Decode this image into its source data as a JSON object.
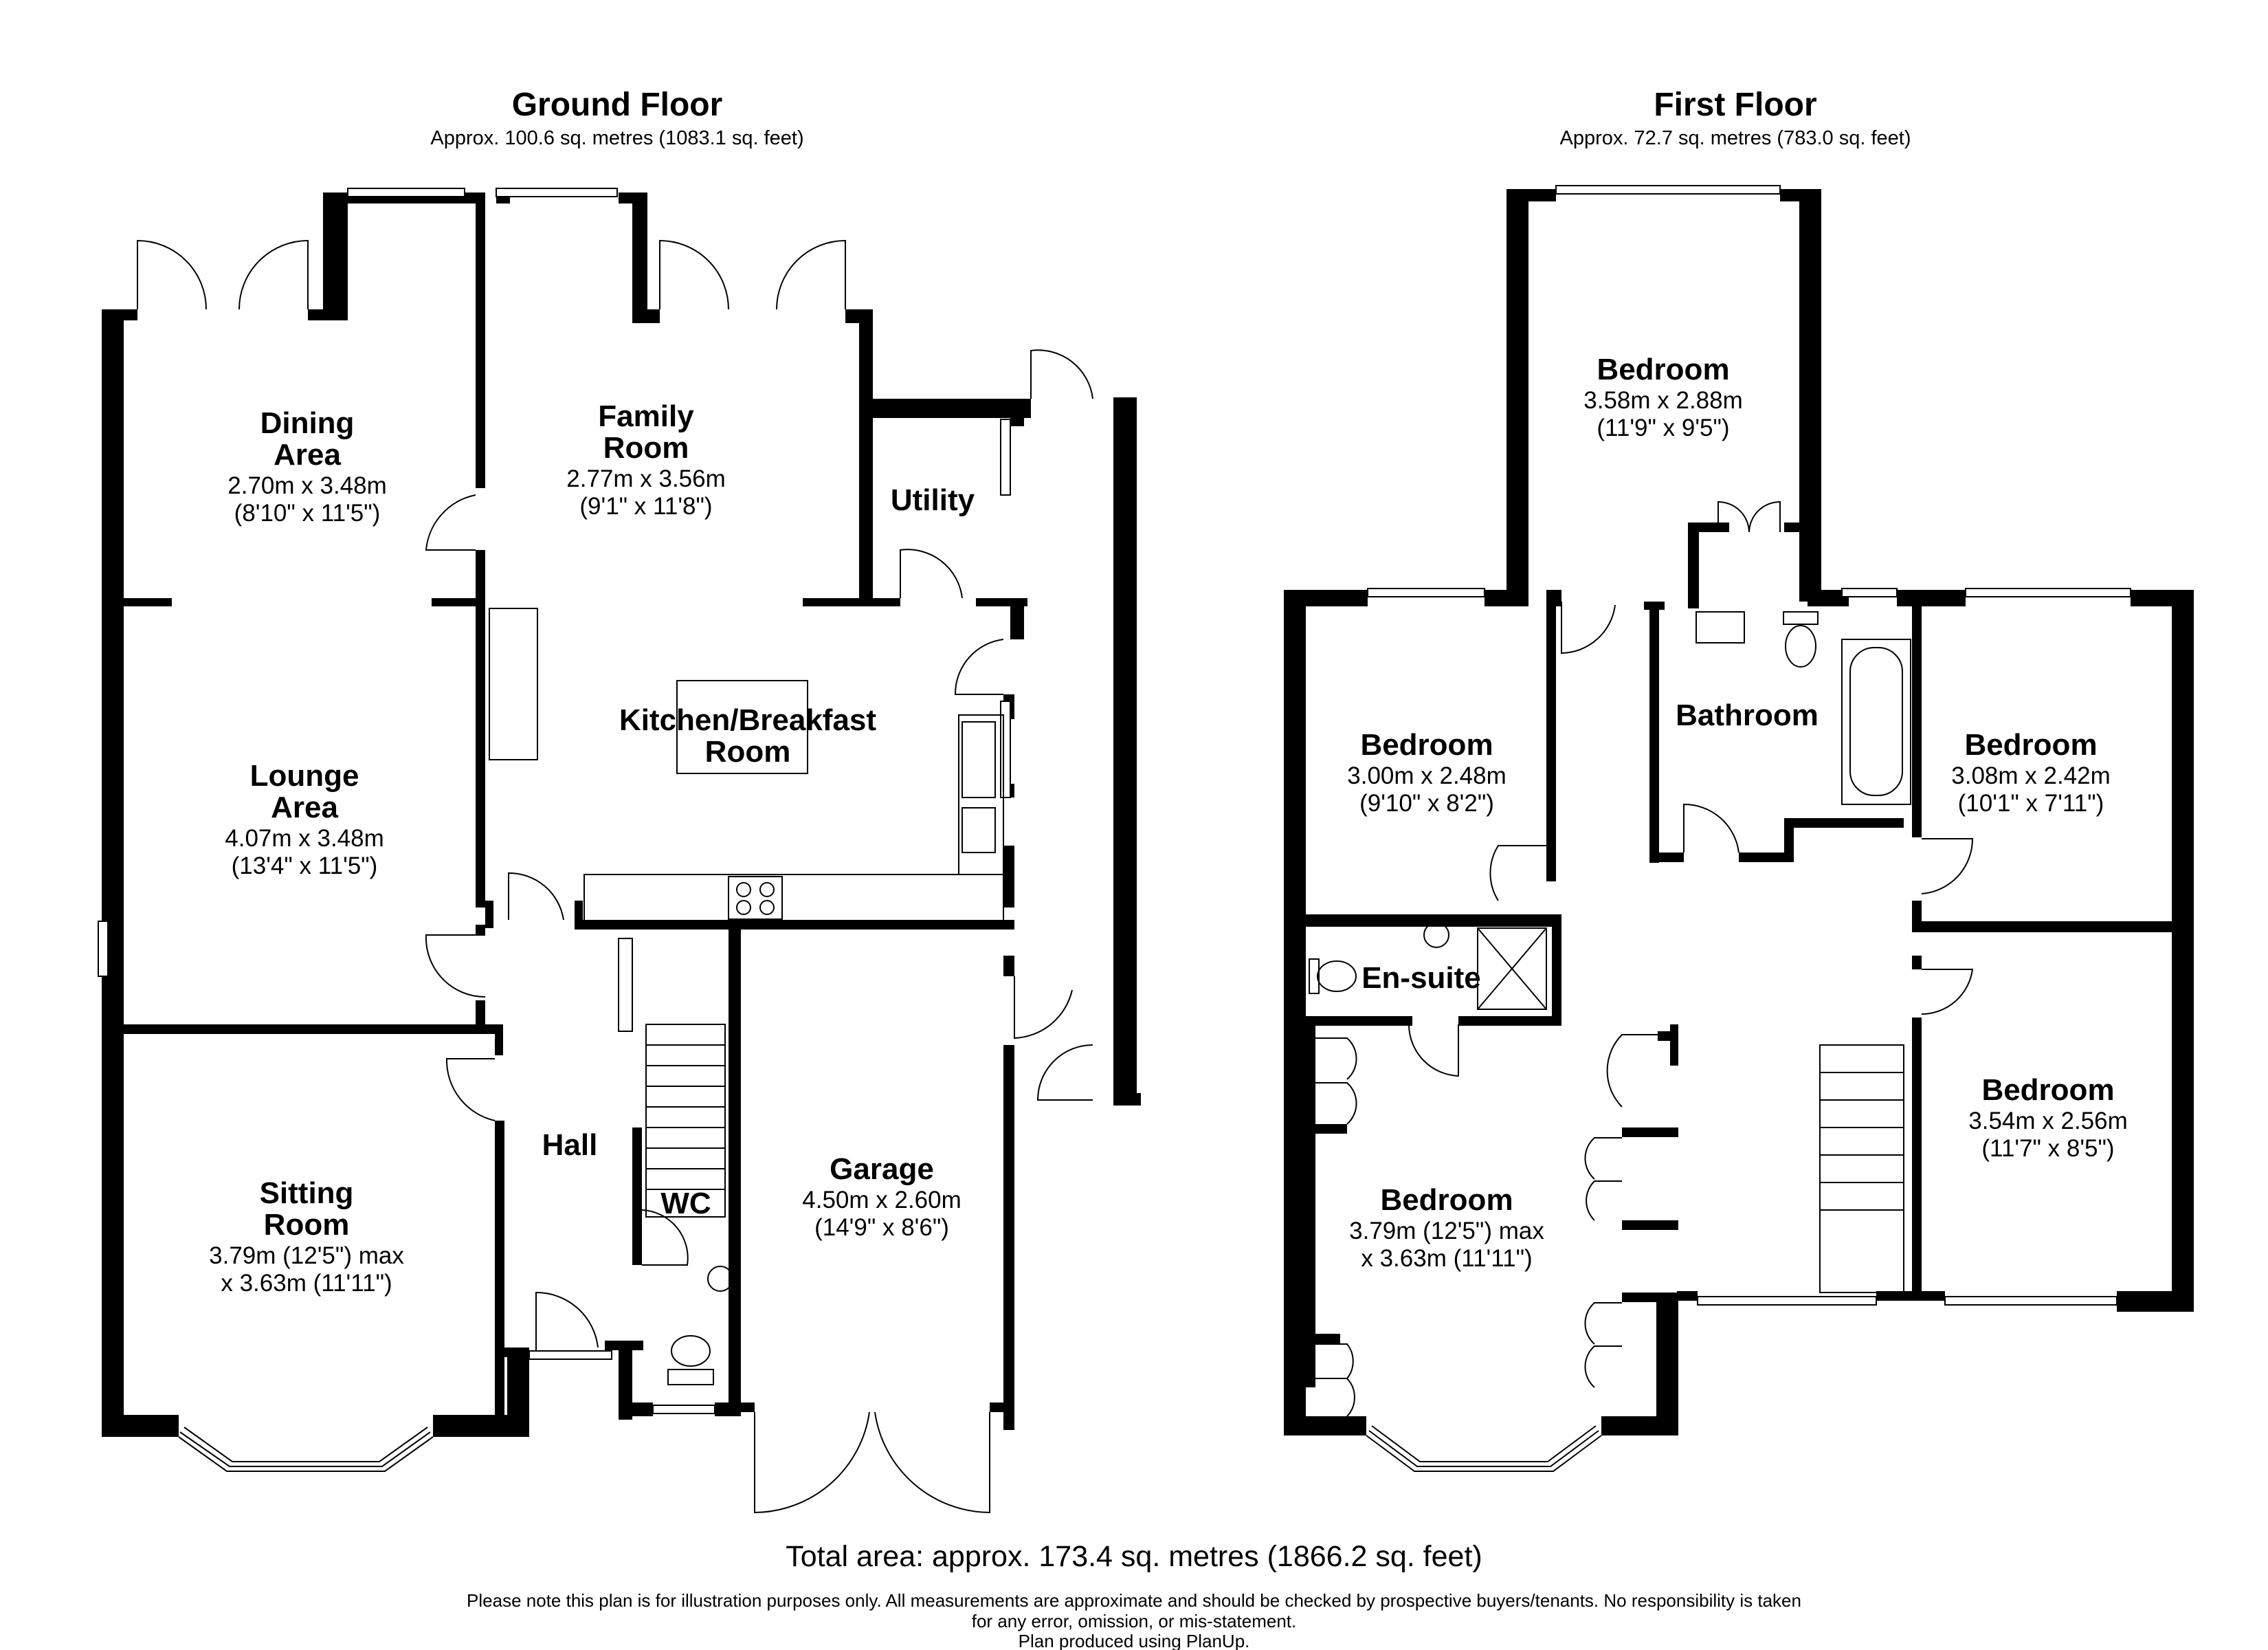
{
  "ground_floor": {
    "title": "Ground Floor",
    "area": "Approx. 100.6 sq. metres (1083.1 sq. feet)",
    "rooms": {
      "dining": {
        "name_line1": "Dining",
        "name_line2": "Area",
        "dim_m": "2.70m x 3.48m",
        "dim_ft": "(8'10\" x 11'5\")"
      },
      "family": {
        "name_line1": "Family",
        "name_line2": "Room",
        "dim_m": "2.77m x 3.56m",
        "dim_ft": "(9'1\" x 11'8\")"
      },
      "utility": {
        "name": "Utility"
      },
      "kitchen": {
        "name_line1": "Kitchen/Breakfast",
        "name_line2": "Room"
      },
      "lounge": {
        "name_line1": "Lounge",
        "name_line2": "Area",
        "dim_m": "4.07m x 3.48m",
        "dim_ft": "(13'4\" x 11'5\")"
      },
      "hall": {
        "name": "Hall"
      },
      "wc": {
        "name": "WC"
      },
      "garage": {
        "name": "Garage",
        "dim_m": "4.50m x 2.60m",
        "dim_ft": "(14'9\" x 8'6\")"
      },
      "sitting": {
        "name_line1": "Sitting",
        "name_line2": "Room",
        "dim_m": "3.79m (12'5\") max",
        "dim_ft": "x 3.63m (11'11\")"
      }
    }
  },
  "first_floor": {
    "title": "First Floor",
    "area": "Approx. 72.7 sq. metres (783.0 sq. feet)",
    "rooms": {
      "bedroom_top": {
        "name": "Bedroom",
        "dim_m": "3.58m x 2.88m",
        "dim_ft": "(11'9\" x 9'5\")"
      },
      "bedroom_left": {
        "name": "Bedroom",
        "dim_m": "3.00m x 2.48m",
        "dim_ft": "(9'10\" x 8'2\")"
      },
      "bathroom": {
        "name": "Bathroom"
      },
      "bedroom_right": {
        "name": "Bedroom",
        "dim_m": "3.08m x 2.42m",
        "dim_ft": "(10'1\" x 7'11\")"
      },
      "ensuite": {
        "name": "En-suite"
      },
      "bedroom_main": {
        "name": "Bedroom",
        "dim_m": "3.79m (12'5\") max",
        "dim_ft": "x 3.63m (11'11\")"
      },
      "bedroom_br": {
        "name": "Bedroom",
        "dim_m": "3.54m x 2.56m",
        "dim_ft": "(11'7\" x 8'5\")"
      }
    }
  },
  "footer": {
    "total": "Total area: approx. 173.4 sq. metres (1866.2 sq. feet)",
    "note_line1": "Please note this plan is for illustration purposes only. All measurements are approximate and should be checked by prospective buyers/tenants. No responsibility is taken",
    "note_line2": "for any error, omission, or mis-statement.",
    "note_line3": "Plan produced using PlanUp."
  }
}
